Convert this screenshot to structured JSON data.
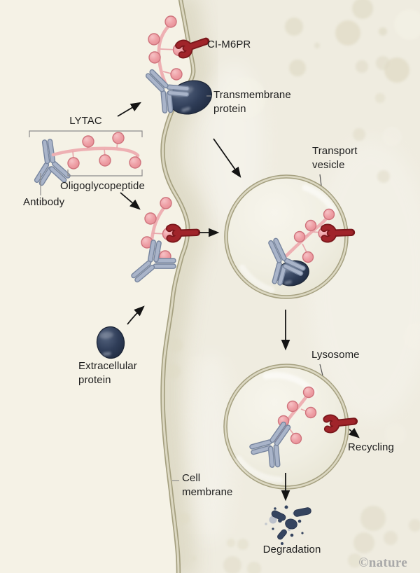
{
  "figure": {
    "title_context": "LYTAC-mediated lysosomal degradation pathway",
    "labels": {
      "ci_m6pr": "CI-M6PR",
      "transmembrane_protein": "Transmembrane\nprotein",
      "lytac": "LYTAC",
      "oligoglycopeptide": "Oligoglycopeptide",
      "antibody": "Antibody",
      "transport_vesicle": "Transport\nvesicle",
      "extracellular_protein": "Extracellular\nprotein",
      "lysosome": "Lysosome",
      "recycling": "Recycling",
      "cell_membrane": "Cell\nmembrane",
      "degradation": "Degradation"
    },
    "watermark": "©nature",
    "palette": {
      "background": "#f5f2e6",
      "cell_fill": "#efece0",
      "cell_shade": "#d2cdb4",
      "membrane_line": "#a5a080",
      "membrane_gap": "#dcd8c2",
      "antibody_fill": "#a9b4c9",
      "antibody_outline": "#77859e",
      "glycopeptide_strand": "#eeb0b3",
      "glyco_ball": "#ec9da3",
      "glyco_ball_outline": "#cf737c",
      "receptor_red": "#a0242a",
      "receptor_dark_red": "#7a171b",
      "protein_navy": "#2f3d58",
      "arrow_black": "#141414",
      "leader_gray": "#8c8c8c",
      "label_text": "#1d1d1d",
      "watermark_gray": "#a9a9a9"
    }
  }
}
